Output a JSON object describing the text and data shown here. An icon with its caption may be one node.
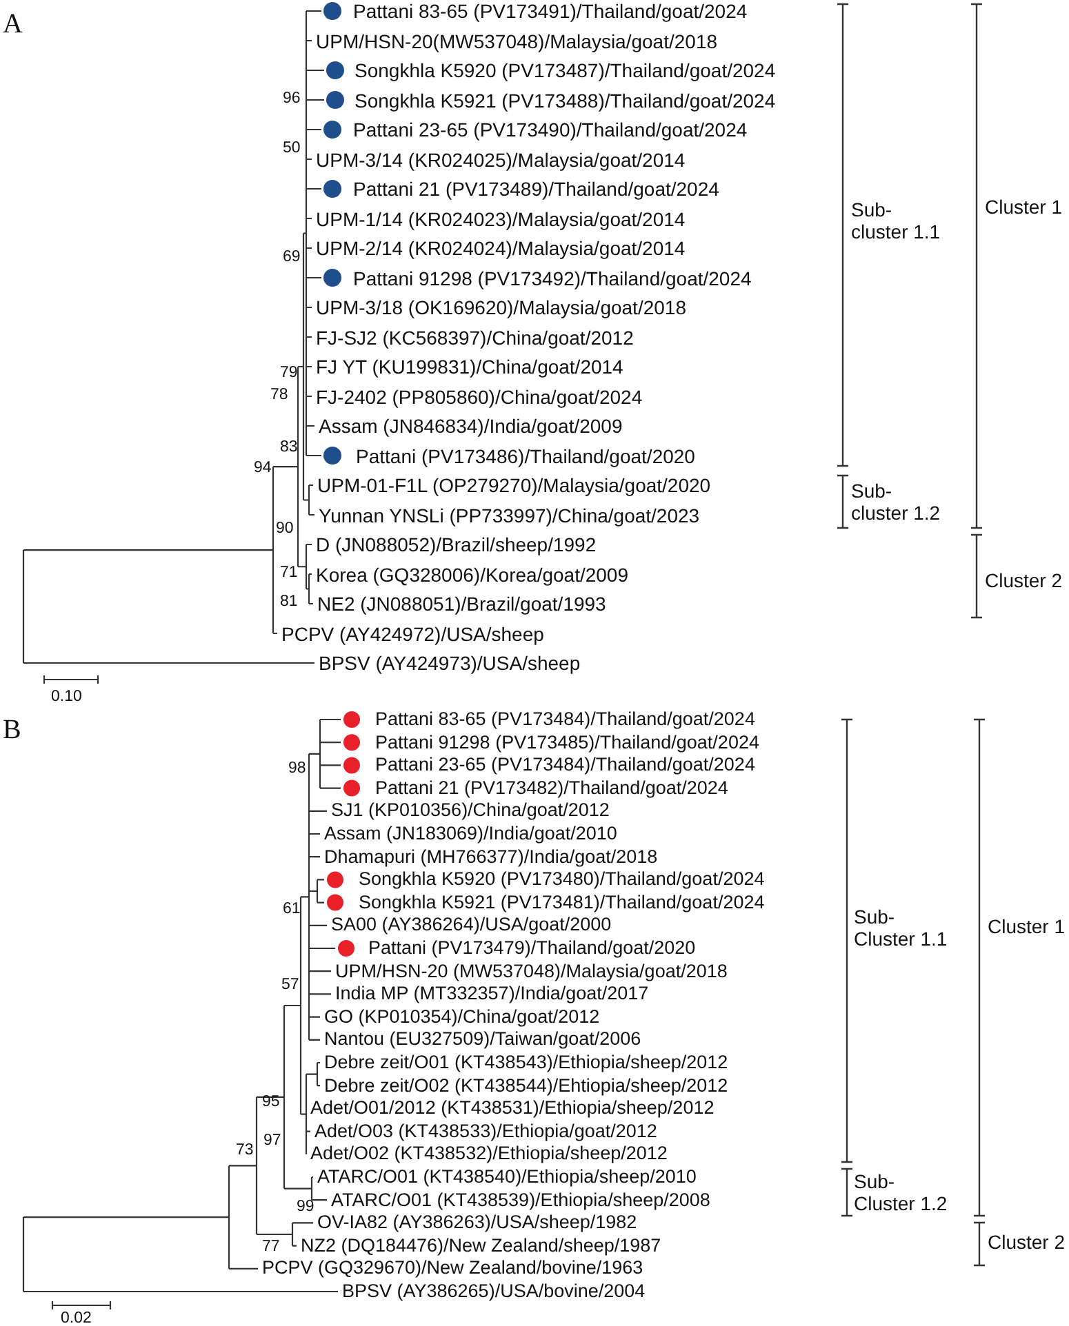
{
  "diagram": {
    "labels": [
      "A",
      "Pattani 83-65 (PV173491)/Thailand/goat/2024",
      "UPM/HSN-20(MW537048)/Malaysia/goat/2018",
      "Songkhla K5920 (PV173487)/Thailand/goat/2024",
      "Songkhla K5921 (PV173488)/Thailand/goat/2024",
      "Pattani 23-65 (PV173490)/Thailand/goat/2024",
      "UPM-3/14 (KR024025)/Malaysia/goat/2014",
      "Pattani 21 (PV173489)/Thailand/goat/2024",
      "UPM-1/14 (KR024023)/Malaysia/goat/2014",
      "UPM-2/14 (KR024024)/Malaysia/goat/2014",
      "Pattani 91298 (PV173492)/Thailand/goat/2024",
      "UPM-3/18 (OK169620)/Malaysia/goat/2018",
      "FJ-SJ2 (KC568397)/China/goat/2012",
      "FJ YT (KU199831)/China/goat/2014",
      "FJ-2402 (PP805860)/China/goat/2024",
      "Assam (JN846834)/India/goat/2009",
      "Pattani (PV173486)/Thailand/goat/2020",
      "UPM-01-F1L (OP279270)/Malaysia/goat/2020",
      "Yunnan YNSLi (PP733997)/China/goat/2023",
      "D (JN088052)/Brazil/sheep/1992",
      "Korea (GQ328006)/Korea/goat/2009",
      "NE2 (JN088051)/Brazil/goat/1993",
      "PCPV (AY424972)/USA/sheep",
      "BPSV (AY424973)/USA/sheep",
      "96",
      "50",
      "69",
      "79",
      "78",
      "83",
      "94",
      "90",
      "71",
      "81",
      "Sub- cluster 1.1",
      "Cluster 1",
      "Sub- cluster 1.2",
      "Cluster 2",
      "0.10",
      "B",
      "Pattani 83-65 (PV173484)/Thailand/goat/2024",
      "Pattani 91298 (PV173485)/Thailand/goat/2024",
      "Pattani 23-65 (PV173484)/Thailand/goat/2024",
      "Pattani 21 (PV173482)/Thailand/goat/2024",
      "SJ1 (KP010356)/China/goat/2012",
      "Assam (JN183069)/India/goat/2010",
      "Dhamapuri (MH766377)/India/goat/2018",
      "Songkhla K5920 (PV173480)/Thailand/goat/2024",
      "Songkhla K5921 (PV173481)/Thailand/goat/2024",
      "SA00 (AY386264)/USA/goat/2000",
      "Pattani (PV173479)/Thailand/goat/2020",
      "UPM/HSN-20 (MW537048)/Malaysia/goat/2018",
      "India MP (MT332357)/India/goat/2017",
      "GO (KP010354)/China/goat/2012",
      "Nantou (EU327509)/Taiwan/goat/2006",
      "Debre zeit/O01 (KT438543)/Ethiopia/sheep/2012",
      "Debre zeit/O02 (KT438544)/Ehtiopia/sheep/2012",
      "Adet/O01/2012 (KT438531)/Ethiopia/sheep/2012",
      "Adet/O03 (KT438533)/Ethiopia/goat/2012",
      "Adet/O02 (KT438532)/Ethiopia/sheep/2012",
      "ATARC/O01 (KT438540)/Ethiopia/sheep/2010",
      "ATARC/O01 (KT438539)/Ethiopia/sheep/2008",
      "OV-IA82 (AY386263)/USA/sheep/1982",
      "NZ2 (DQ184476)/New Zealand/sheep/1987",
      "PCPV (GQ329670)/New Zealand/bovine/1963",
      "BPSV (AY386265)/USA/bovine/2004",
      "98",
      "61",
      "57",
      "95",
      "97",
      "73",
      "99",
      "77",
      "Sub- Cluster 1.1",
      "Cluster 1",
      "Sub- Cluster 1.2",
      "Cluster 2",
      "0.02"
    ]
  }
}
